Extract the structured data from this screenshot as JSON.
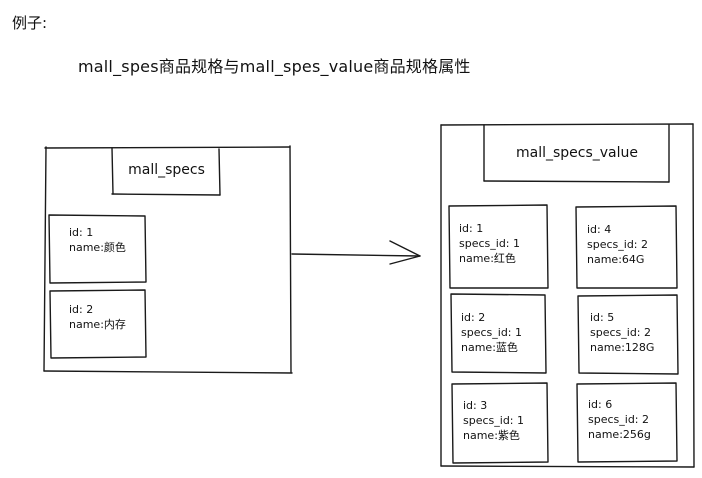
{
  "heading": "例子:",
  "subtitle": "mall_spes商品规格与mall_spes_value商品规格属性",
  "left_table": {
    "title": "mall_specs",
    "records": [
      {
        "id": "id: 1",
        "name": "name:颜色"
      },
      {
        "id": "id: 2",
        "name": "name:内存"
      }
    ]
  },
  "right_table": {
    "title": "mall_specs_value",
    "records": [
      {
        "id": "id: 1",
        "specs_id": "specs_id: 1",
        "name": "name:红色"
      },
      {
        "id": "id: 4",
        "specs_id": "specs_id: 2",
        "name": "name:64G"
      },
      {
        "id": "id: 2",
        "specs_id": "specs_id: 1",
        "name": "name:蓝色"
      },
      {
        "id": "id: 5",
        "specs_id": "specs_id: 2",
        "name": "name:128G"
      },
      {
        "id": "id: 3",
        "specs_id": "specs_id: 1",
        "name": "name:紫色"
      },
      {
        "id": "id: 6",
        "specs_id": "specs_id: 2",
        "name": "name:256g"
      }
    ]
  }
}
